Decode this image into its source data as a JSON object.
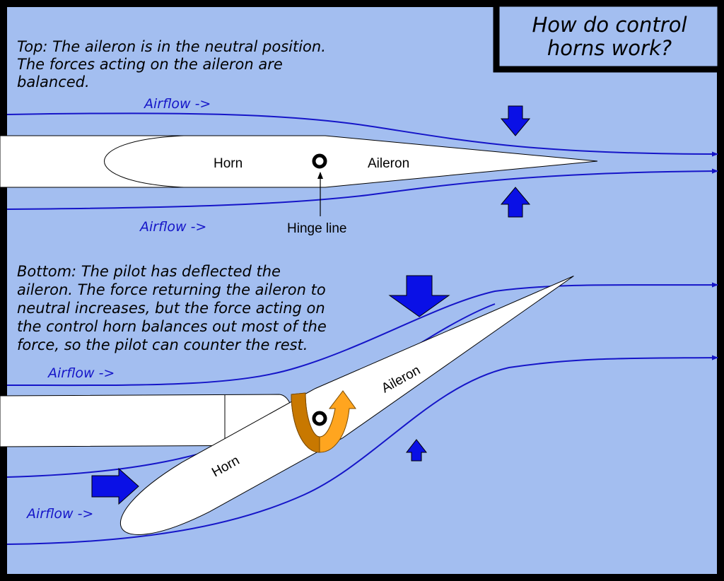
{
  "title": {
    "line1": "How do control",
    "line2": "horns work?"
  },
  "top": {
    "caption": [
      "Top: The aileron is in the neutral position.",
      "The forces acting on the aileron are",
      "balanced."
    ],
    "airflow_upper": "Airflow ->",
    "airflow_lower": "Airflow ->",
    "horn_label": "Horn",
    "aileron_label": "Aileron",
    "hinge_label": "Hinge line"
  },
  "bottom": {
    "caption": [
      "Bottom: The pilot has deflected the",
      "aileron. The force returning the aileron to",
      "neutral increases, but the force acting on",
      "the control horn balances out most of the",
      "force, so the pilot can counter the rest."
    ],
    "airflow_upper": "Airflow ->",
    "airflow_lower": "Airflow ->",
    "horn_label": "Horn",
    "aileron_label": "Aileron"
  },
  "colors": {
    "background": "#a3bef0",
    "airflow": "#1515c8",
    "force_arrow": "#0a10e6",
    "wing_fill": "#ffffff",
    "moment_arrow_dark": "#c87800",
    "moment_arrow_light": "#ffa51f"
  }
}
